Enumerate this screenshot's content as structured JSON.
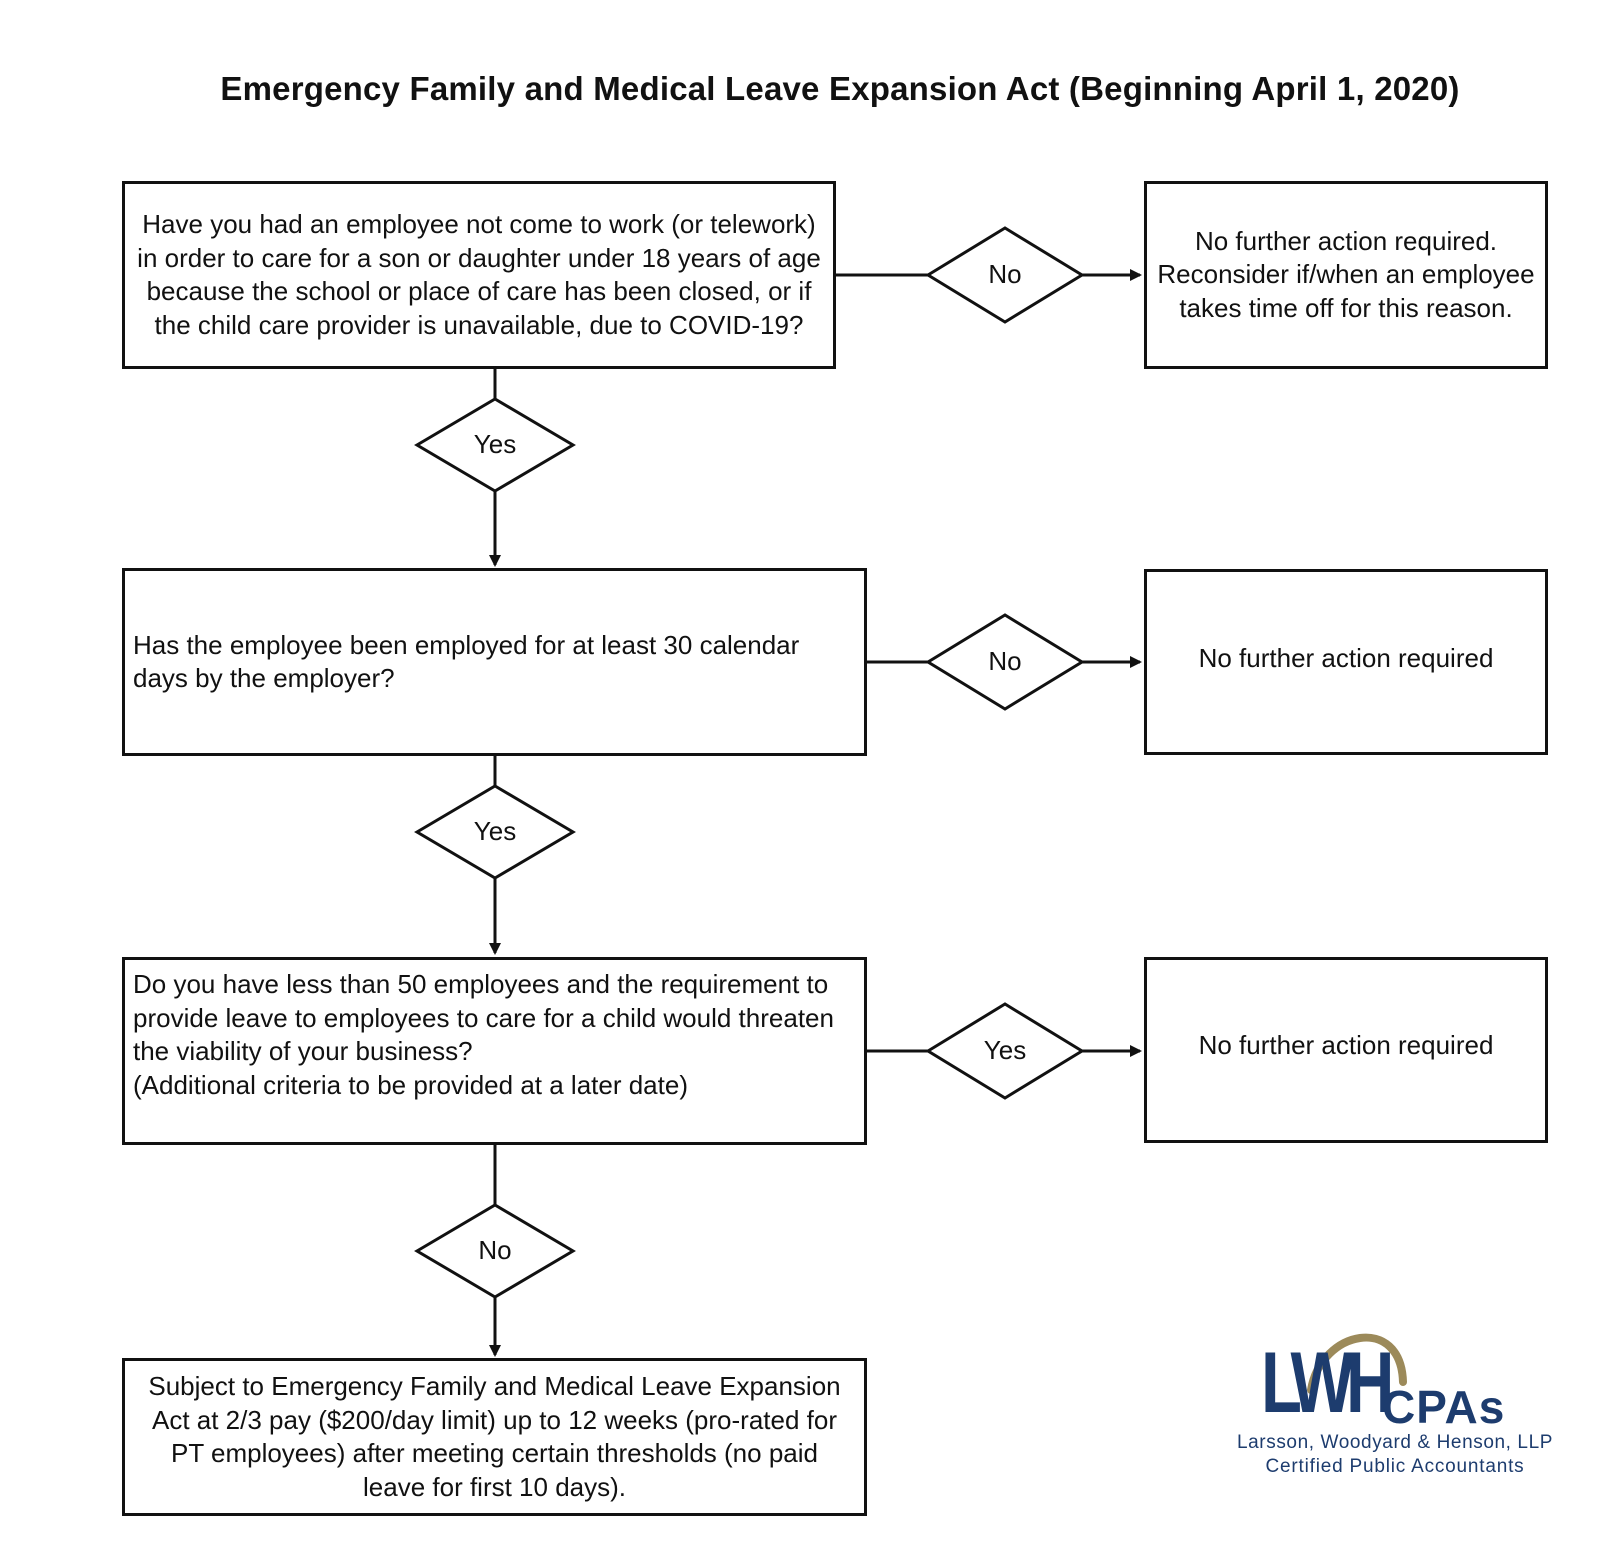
{
  "title": "Emergency Family and Medical Leave Expansion Act (Beginning April 1, 2020)",
  "questions": [
    {
      "text": "Have you had an employee not come to work (or telework) in order to care for a son or daughter under 18 years of age because the school or place of care has been closed, or if the child care provider is unavailable, due to COVID-19?"
    },
    {
      "text": "Has the employee been employed for at least 30 calendar days by the employer?"
    },
    {
      "lines": [
        "Do you have less than 50 employees and the requirement to provide leave to employees to care for a child would threaten the viability of your business?",
        "(Additional criteria to be provided at a later date)"
      ]
    }
  ],
  "outcomes": [
    "No further action required. Reconsider if/when an employee takes time off for this reason.",
    "No further action required",
    "No further action required"
  ],
  "decisions": {
    "q1_side": "No",
    "q1_down": "Yes",
    "q2_side": "No",
    "q2_down": "Yes",
    "q3_side": "Yes",
    "q3_down": "No"
  },
  "final_outcome": "Subject to Emergency Family and Medical Leave Expansion Act at 2/3 pay ($200/day limit) up to 12 weeks (pro-rated for PT employees) after meeting certain thresholds (no paid leave for first 10 days).",
  "logo": {
    "mark": "LWH",
    "suffix": "CPAs",
    "firm": "Larsson, Woodyard & Henson, LLP",
    "tagline": "Certified Public Accountants",
    "primary_color": "#1d3c6e",
    "accent_color": "#9c8a5a"
  }
}
